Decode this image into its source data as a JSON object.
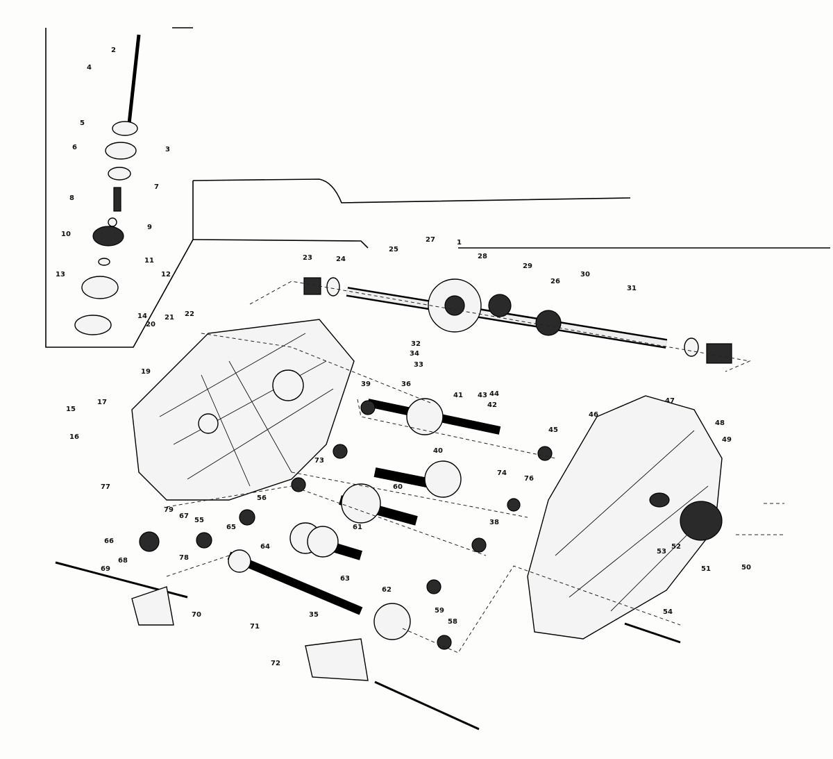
{
  "diagram": {
    "callouts": [
      "1",
      "2",
      "3",
      "4",
      "5",
      "6",
      "7",
      "8",
      "9",
      "10",
      "11",
      "12",
      "13",
      "14",
      "15",
      "16",
      "17",
      "19",
      "20",
      "21",
      "22",
      "23",
      "24",
      "25",
      "26",
      "27",
      "28",
      "29",
      "30",
      "31",
      "32",
      "33",
      "34",
      "35",
      "36",
      "38",
      "39",
      "40",
      "41",
      "42",
      "43",
      "44",
      "45",
      "46",
      "47",
      "48",
      "49",
      "50",
      "51",
      "52",
      "53",
      "54",
      "55",
      "56",
      "58",
      "59",
      "60",
      "61",
      "62",
      "63",
      "64",
      "65",
      "66",
      "67",
      "68",
      "69",
      "70",
      "71",
      "72",
      "73",
      "74",
      "76",
      "77",
      "78",
      "79"
    ]
  }
}
